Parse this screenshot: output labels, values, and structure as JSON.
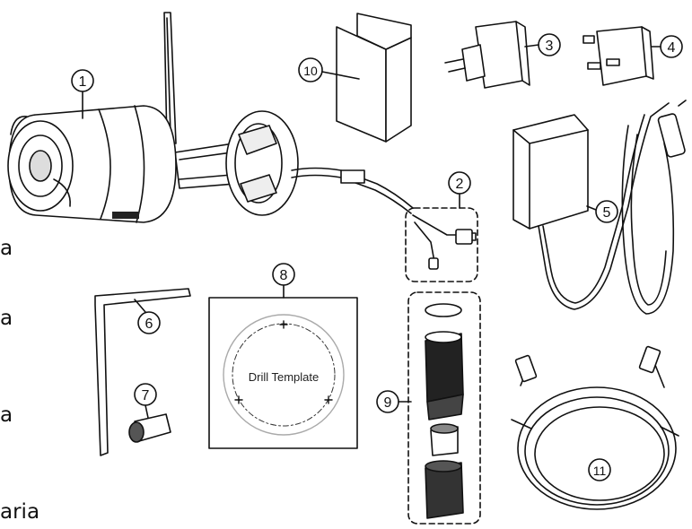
{
  "side_fragments": [
    "a",
    "a",
    "a",
    "aria"
  ],
  "template_label": "Drill Template",
  "callouts": {
    "camera": "1",
    "cable_connector": "2",
    "eu_plug": "3",
    "uk_plug": "4",
    "power_adapter": "5",
    "allen_key": "6",
    "wall_anchor": "7",
    "drill_template": "8",
    "waterproof_kit": "9",
    "manual": "10",
    "ethernet_cable": "11"
  }
}
